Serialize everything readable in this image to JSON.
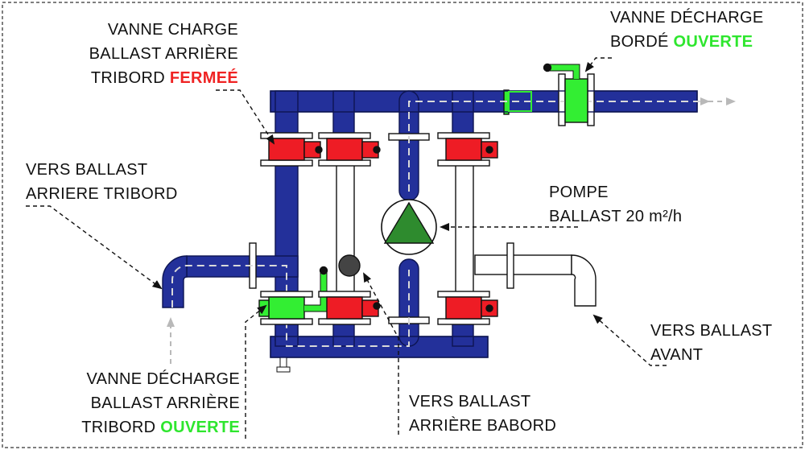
{
  "colors": {
    "pipe": "#23309a",
    "pipe_edge": "#0d1552",
    "valve_closed": "#ee1c25",
    "valve_open": "#33ee33",
    "pump_triangle": "#2e8b2e",
    "flow_arrow": "#c8c8c8",
    "frame": "#555555"
  },
  "icons": {
    "pump": "centrifugal-pump-icon",
    "valve": "butterfly-valve-icon",
    "flow": "flow-arrow-icon"
  },
  "labels": {
    "charge_valve": {
      "lines": [
        "VANNE CHARGE",
        "BALLAST ARRIÈRE"
      ],
      "last_prefix": "TRIBORD ",
      "status": "FERMEÉ"
    },
    "overboard_valve": {
      "lines": [
        "VANNE DÉCHARGE"
      ],
      "last_prefix": "BORDÉ ",
      "status": "OUVERTE"
    },
    "to_aft_starboard": {
      "lines": [
        "VERS BALLAST",
        "ARRIERE TRIBORD"
      ]
    },
    "pump": {
      "lines": [
        "POMPE",
        "BALLAST 20 m²/h"
      ]
    },
    "to_forward": {
      "lines": [
        "VERS BALLAST",
        "AVANT"
      ]
    },
    "discharge_valve": {
      "lines": [
        "VANNE DÉCHARGE",
        "BALLAST ARRIÈRE"
      ],
      "last_prefix": "TRIBORD ",
      "status": "OUVERTE"
    },
    "to_aft_port": {
      "lines": [
        "VERS BALLAST",
        "ARRIÈRE BABORD"
      ]
    }
  }
}
